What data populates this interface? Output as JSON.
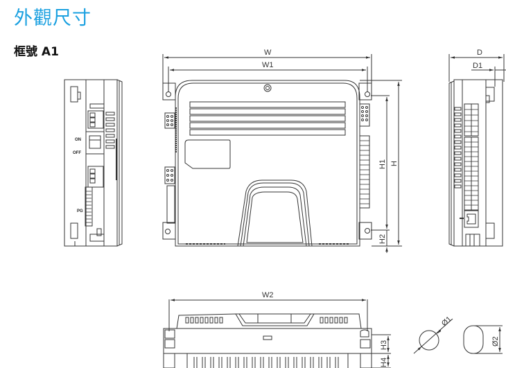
{
  "header": {
    "title": "外觀尺寸",
    "frame_label": "框號 A1",
    "title_color": "#1aa0e0"
  },
  "front_view": {
    "dimensions": {
      "w": "W",
      "w1": "W1",
      "h": "H",
      "h1": "H1",
      "h2": "H2"
    }
  },
  "left_side_view": {
    "switch_on_label": "ON",
    "switch_off_label": "OFF",
    "pg_label": "PG"
  },
  "right_side_view": {
    "dimensions": {
      "d": "D",
      "d1": "D1"
    }
  },
  "bottom_view": {
    "dimensions": {
      "w2": "W2",
      "h3": "H3",
      "h4": "H4"
    }
  },
  "hole_details": {
    "round_hole_label": "Ø1",
    "slot_hole_label": "Ø2"
  }
}
